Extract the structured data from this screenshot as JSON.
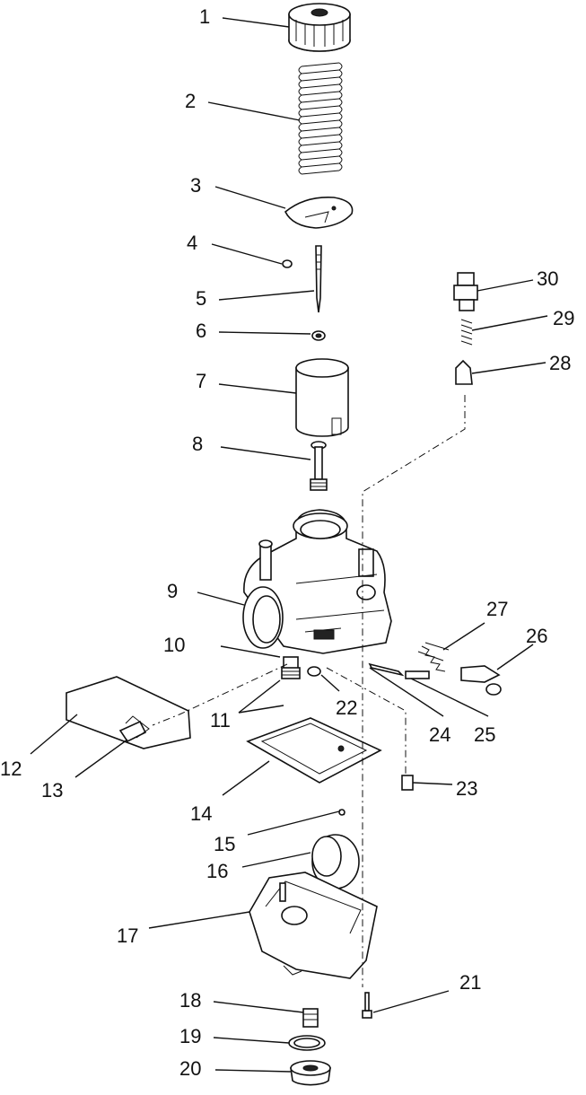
{
  "diagram": {
    "callouts": [
      "1",
      "2",
      "3",
      "4",
      "5",
      "6",
      "7",
      "8",
      "9",
      "10",
      "11",
      "12",
      "13",
      "14",
      "15",
      "16",
      "17",
      "18",
      "19",
      "20",
      "21",
      "22",
      "23",
      "24",
      "25",
      "26",
      "27",
      "28",
      "29",
      "30"
    ],
    "icon": "exploded-carburetor-illustration"
  }
}
